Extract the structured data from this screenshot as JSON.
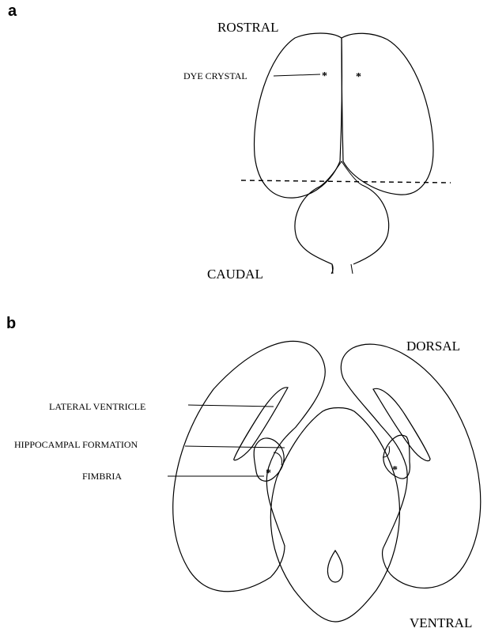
{
  "panel_a": {
    "letter": "a",
    "orientation_top": "ROSTRAL",
    "orientation_bottom": "CAUDAL",
    "labels": {
      "dye_crystal": "DYE CRYSTAL"
    },
    "markers": [
      "*",
      "*"
    ]
  },
  "panel_b": {
    "letter": "b",
    "orientation_top": "DORSAL",
    "orientation_bottom": "VENTRAL",
    "labels": {
      "lateral_ventricle": "LATERAL VENTRICLE",
      "hippocampal_formation": "HIPPOCAMPAL FORMATION",
      "fimbria": "FIMBRIA"
    },
    "markers": [
      "*",
      "*"
    ]
  }
}
